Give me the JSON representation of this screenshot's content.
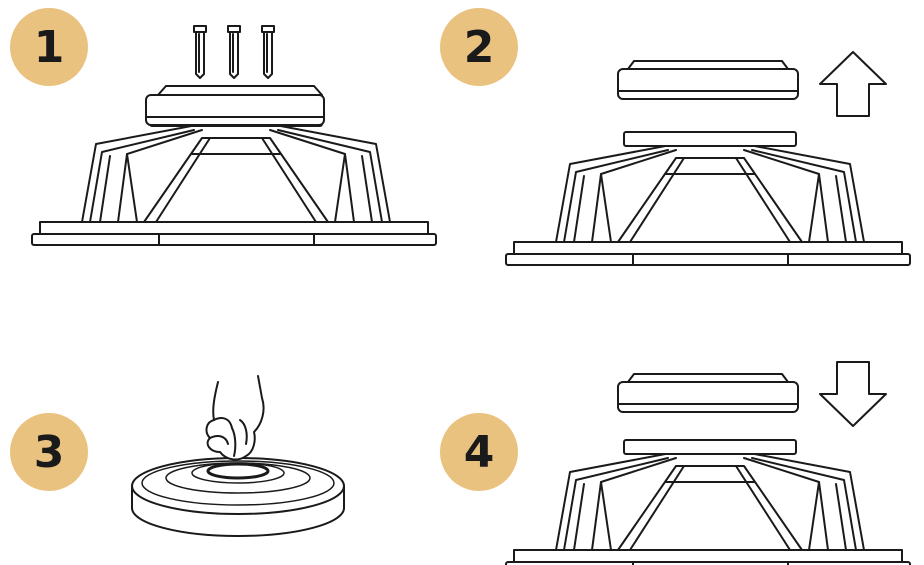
{
  "colors": {
    "badge": "#eac27f",
    "ink": "#1a1a1a",
    "background": "#ffffff"
  },
  "steps": [
    {
      "number": "1",
      "icon": "speaker-with-screws"
    },
    {
      "number": "2",
      "icon": "magnet-lift-up-arrow"
    },
    {
      "number": "3",
      "icon": "hand-cleaning-magnet"
    },
    {
      "number": "4",
      "icon": "magnet-lower-down-arrow"
    }
  ]
}
